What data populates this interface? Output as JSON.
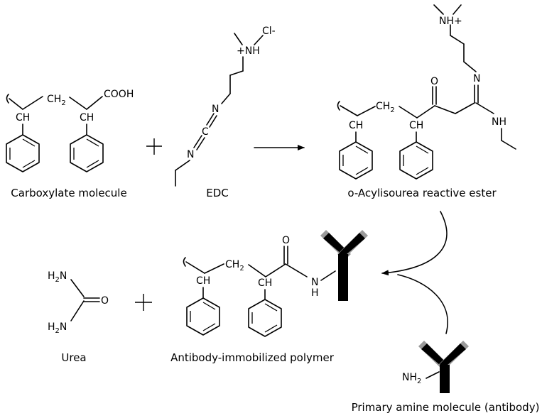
{
  "captions": {
    "carboxylate": "Carboxylate molecule",
    "edc": "EDC",
    "ester": "o-Acylisourea reactive ester",
    "urea": "Urea",
    "polymer": "Antibody-immobilized polymer",
    "amine": "Primary amine molecule (antibody)"
  },
  "labels": {
    "ch": "CH",
    "ch2": "CH",
    "ch2_sub": "2",
    "cooh": "COOH",
    "cl": "Cl-",
    "nh_plus": "+NH",
    "nh_plus_top": "NH+",
    "n": "N",
    "c": "C",
    "o": "O",
    "nh": "NH",
    "h": "H",
    "h2n": "H",
    "h2n_sub": "2",
    "h2n_n": "N",
    "nh2": "NH",
    "nh2_sub": "2"
  }
}
